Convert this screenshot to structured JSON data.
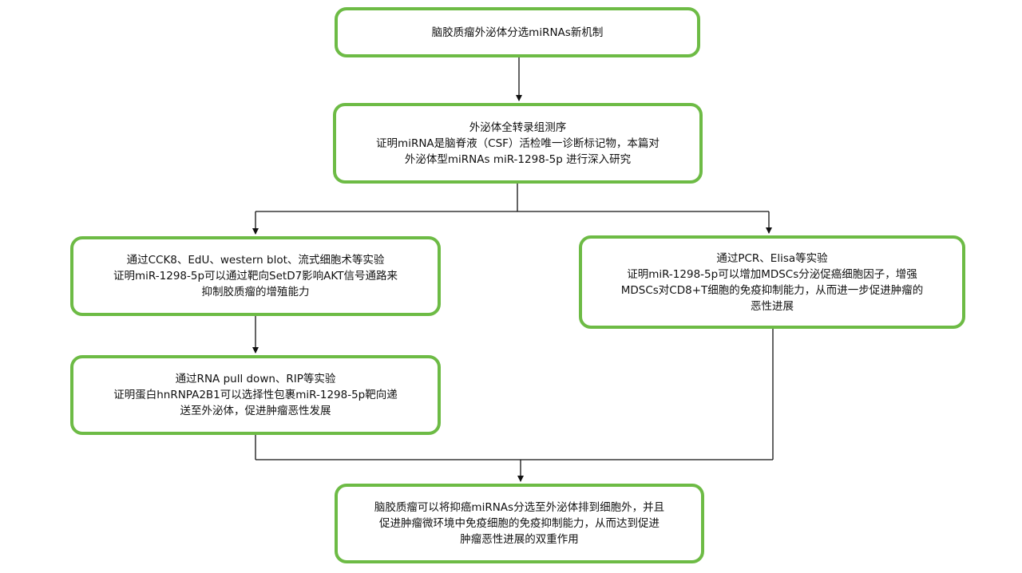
{
  "colors": {
    "box_border": "#6dbb45",
    "connector": "#111111",
    "text": "#111111"
  },
  "nodes": {
    "title": {
      "lines": [
        "脑胶质瘤外泌体分选miRNAs新机制"
      ]
    },
    "sequencing": {
      "lines": [
        "外泌体全转录组测序",
        "证明miRNA是脑脊液（CSF）活检唯一诊断标记物，本篇对",
        "外泌体型miRNAs miR-1298-5p 进行深入研究"
      ]
    },
    "left_experiment": {
      "lines": [
        "通过CCK8、EdU、western blot、流式细胞术等实验",
        "证明miR-1298-5p可以通过靶向SetD7影响AKT信号通路来",
        "抑制胶质瘤的增殖能力"
      ]
    },
    "right_experiment": {
      "lines": [
        "通过PCR、Elisa等实验",
        "证明miR-1298-5p可以增加MDSCs分泌促癌细胞因子，增强",
        "MDSCs对CD8+T细胞的免疫抑制能力，从而进一步促进肿瘤的",
        "恶性进展"
      ]
    },
    "rna_pulldown": {
      "lines": [
        "通过RNA pull down、RIP等实验",
        "证明蛋白hnRNPA2B1可以选择性包裹miR-1298-5p靶向递",
        "送至外泌体，促进肿瘤恶性发展"
      ]
    },
    "conclusion": {
      "lines": [
        "脑胶质瘤可以将抑癌miRNAs分选至外泌体排到细胞外，并且",
        "促进肿瘤微环境中免疫细胞的免疫抑制能力，从而达到促进",
        "肿瘤恶性进展的双重作用"
      ]
    }
  }
}
